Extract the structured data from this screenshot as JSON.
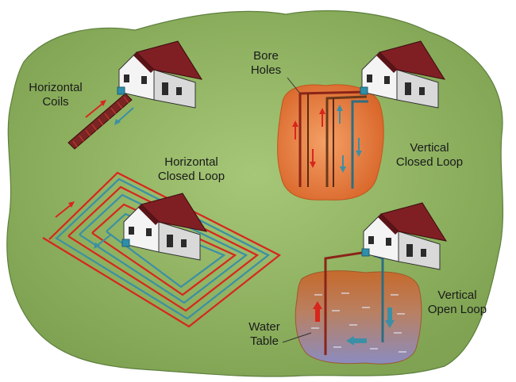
{
  "labels": {
    "horizontal_coils": [
      "Horizontal",
      "Coils"
    ],
    "horizontal_closed_loop": [
      "Horizontal",
      "Closed Loop"
    ],
    "bore_holes": [
      "Bore",
      "Holes"
    ],
    "vertical_closed_loop": [
      "Vertical",
      "Closed Loop"
    ],
    "vertical_open_loop": [
      "Vertical",
      "Open Loop"
    ],
    "water_table": [
      "Water",
      "Table"
    ]
  },
  "colors": {
    "ground": "#8fb462",
    "ground_dark": "#5e7f3d",
    "roof": "#7f1f24",
    "wall": "#f2f2f2",
    "supply_pipe": "#d8261c",
    "return_pipe": "#3b8fa6",
    "bore_soil": "#e37c3a",
    "water": "#7f7fb0"
  },
  "icons": [
    "house-icon",
    "heat-pump-icon",
    "flow-arrow-icon"
  ]
}
